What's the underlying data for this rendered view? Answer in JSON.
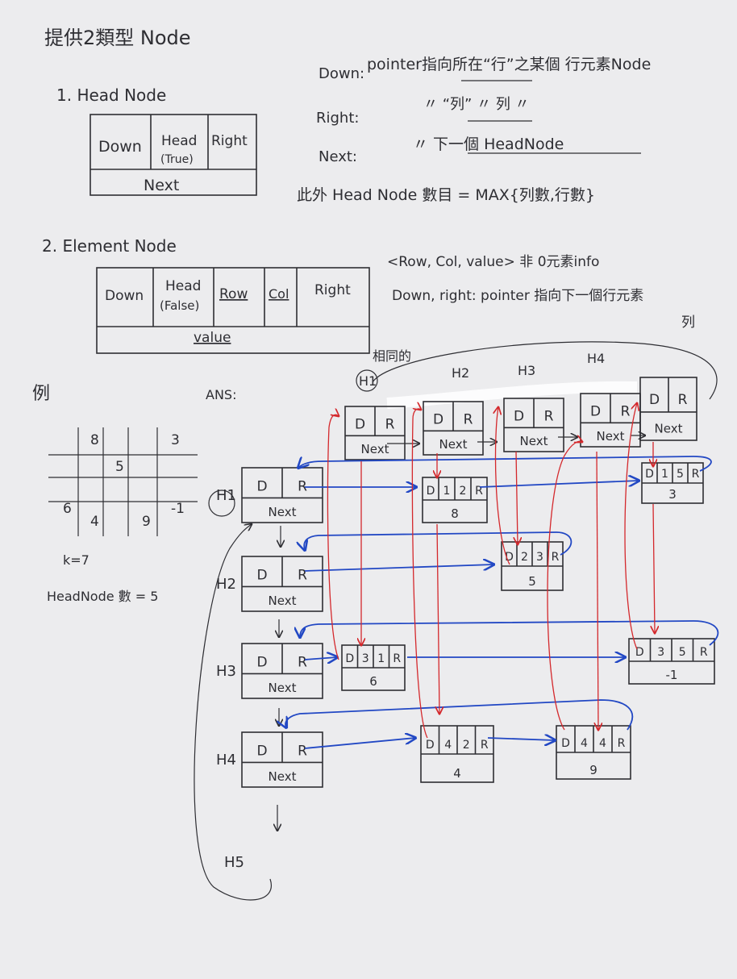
{
  "title": "提供2類型 Node",
  "section1": {
    "heading": "1. Head Node",
    "fields": [
      "Down",
      "Head",
      "(True)",
      "Right"
    ],
    "bottom": "Next"
  },
  "notes_right": {
    "down_label": "Down:",
    "down_text": "pointer指向所在“行”之某個 行元素Node",
    "right_label": "Right:",
    "right_text": "〃 “列” 〃 列 〃",
    "next_label": "Next:",
    "next_text": "〃 下一個 HeadNode",
    "count_text": "此外 Head Node 數目 = MAX{列數,行數}"
  },
  "section2": {
    "heading": "2. Element Node",
    "fields": [
      "Down",
      "Head",
      "(False)",
      "Row",
      "Col",
      "Right"
    ],
    "bottom": "value"
  },
  "notes_element": {
    "info": "<Row, Col, value> 非 0元素info",
    "pointer": "Down, right: pointer 指向下一個行元素",
    "pointer2": "列"
  },
  "example": {
    "label": "例",
    "matrix": [
      [
        "",
        "8",
        "",
        "",
        "3"
      ],
      [
        "",
        "",
        "5",
        "",
        ""
      ],
      [
        "6",
        "",
        "",
        "",
        "-1"
      ],
      [
        "",
        "4",
        "",
        "9",
        ""
      ]
    ],
    "k_text": "k=7",
    "headnode_text": "HeadNode 數 = 5"
  },
  "answer": {
    "ans_label": "ANS:",
    "same_label": "相同的",
    "head_labels": [
      "H1",
      "H2",
      "H3",
      "H4",
      "H5"
    ],
    "top_heads": [
      "H1",
      "H2",
      "H3",
      "H4"
    ],
    "cell_d": "D",
    "cell_r": "R",
    "next": "Next",
    "elements": [
      {
        "row": "1",
        "col": "2",
        "value": "8"
      },
      {
        "row": "1",
        "col": "5",
        "value": "3"
      },
      {
        "row": "2",
        "col": "3",
        "value": "5"
      },
      {
        "row": "3",
        "col": "1",
        "value": "6"
      },
      {
        "row": "3",
        "col": "5",
        "value": "-1"
      },
      {
        "row": "4",
        "col": "2",
        "value": "4"
      },
      {
        "row": "4",
        "col": "4",
        "value": "9"
      }
    ]
  },
  "colors": {
    "ink": "#2e2e33",
    "row_links": "#2248c4",
    "col_links": "#d4282c"
  }
}
